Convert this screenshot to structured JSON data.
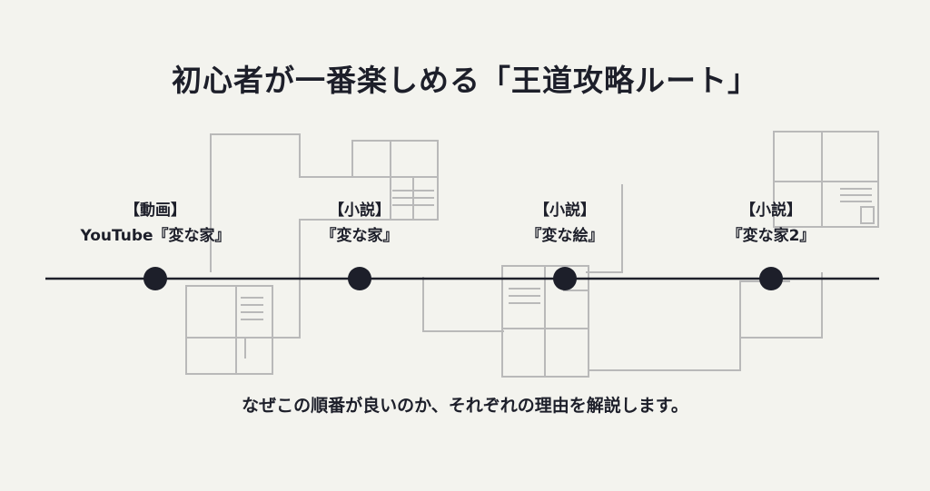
{
  "title": "初心者が一番楽しめる「王道攻略ルート」",
  "subtitle": "なぜこの順番が良いのか、それぞれの理由を解説します。",
  "colors": {
    "background": "#f3f3ee",
    "line": "#1d1f2a",
    "node": "#1d1f2a",
    "floorplan": "#b9b9b9",
    "text": "#1d1f2a"
  },
  "steps": [
    {
      "category": "【動画】",
      "name": "YouTube『変な家』"
    },
    {
      "category": "【小説】",
      "name": "『変な家』"
    },
    {
      "category": "【小説】",
      "name": "『変な絵』"
    },
    {
      "category": "【小説】",
      "name": "『変な家2』"
    }
  ]
}
